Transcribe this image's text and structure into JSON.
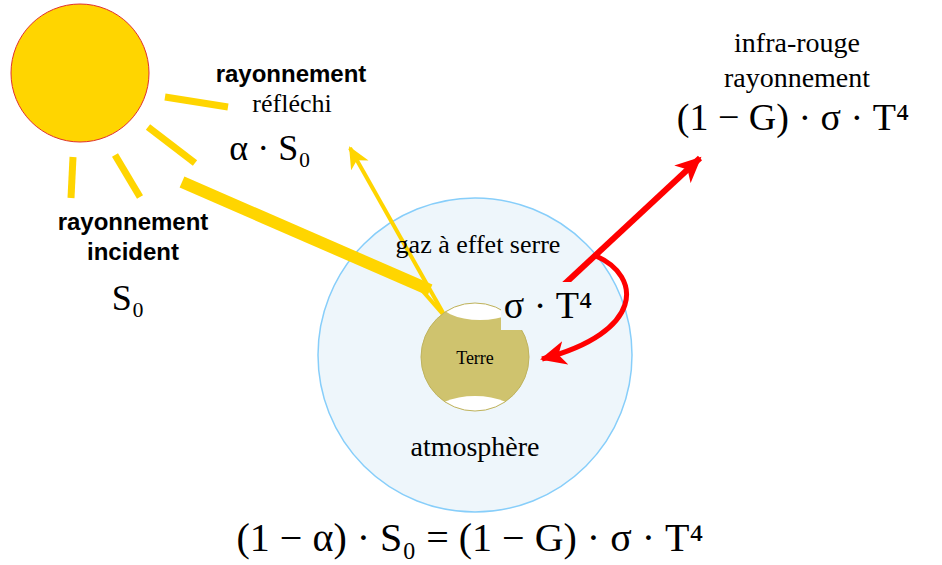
{
  "diagram": {
    "caption": "(1 − α) · S₀ = (1 − G) · σ · T⁴",
    "nodes": [
      {
        "text": [
          "gaz à effet serre",
          "atmosphère"
        ]
      },
      {
        "text": [
          "Terre"
        ],
        "in": 0
      }
    ],
    "labels": [
      "rayonnement",
      "réfléchi",
      "α · S₀",
      "rayonnement incident",
      "S₀",
      "infra-rouge rayonnement",
      "(1 − G) · σ · T⁴",
      "σ · T⁴"
    ]
  }
}
